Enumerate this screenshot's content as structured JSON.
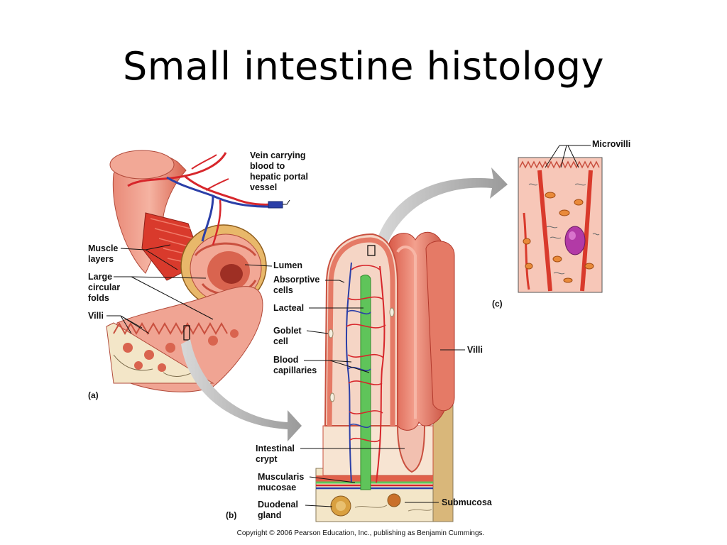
{
  "title": "Small intestine histology",
  "panels": {
    "a": "(a)",
    "b": "(b)",
    "c": "(c)"
  },
  "labels": {
    "vein_1": "Vein carrying",
    "vein_2": "blood to",
    "vein_3": "hepatic portal",
    "vein_4": "vessel",
    "muscle_1": "Muscle",
    "muscle_2": "layers",
    "folds_1": "Large",
    "folds_2": "circular",
    "folds_3": "folds",
    "villi_a": "Villi",
    "lumen": "Lumen",
    "absorptive_1": "Absorptive",
    "absorptive_2": "cells",
    "lacteal": "Lacteal",
    "goblet_1": "Goblet",
    "goblet_2": "cell",
    "capillaries_1": "Blood",
    "capillaries_2": "capillaries",
    "villi_b": "Villi",
    "crypt_1": "Intestinal",
    "crypt_2": "crypt",
    "muscularis_1": "Muscularis",
    "muscularis_2": "mucosae",
    "duodenal_1": "Duodenal",
    "duodenal_2": "gland",
    "submucosa": "Submucosa",
    "microvilli": "Microvilli"
  },
  "copyright": "Copyright © 2006 Pearson Education, Inc., publishing as Benjamin Cummings.",
  "colors": {
    "tissue": "#e8806e",
    "tissue_dark": "#c8463a",
    "muscle": "#d93a2c",
    "artery": "#d7262b",
    "vein": "#2b3fa8",
    "lacteal": "#5fc45a",
    "submucosa": "#f3e6c8",
    "cell": "#f7c7b8",
    "nucleus": "#b23aa6",
    "arrow": "#a6a6a6"
  }
}
